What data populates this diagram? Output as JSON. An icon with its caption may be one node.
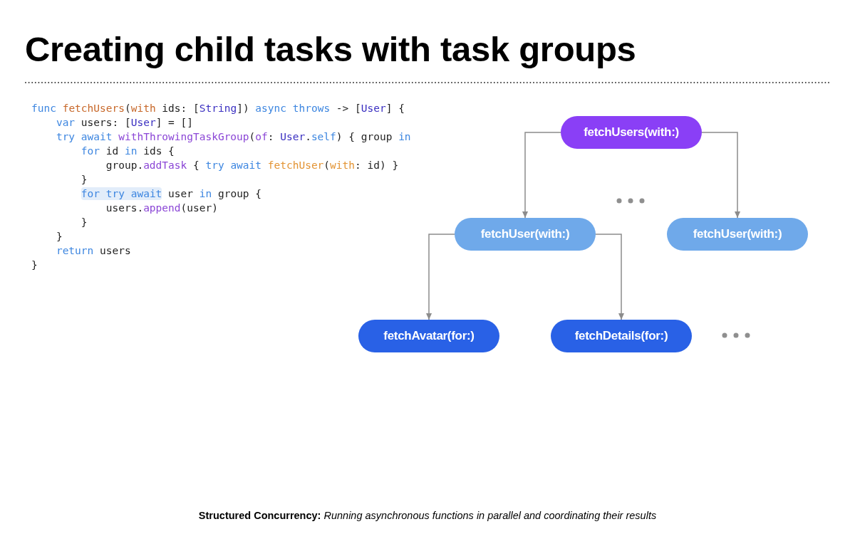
{
  "diagram": {
    "title": "Creating child tasks with task groups",
    "caption": "**Structured Concurrency:** *Running asynchronous functions in parallel and coordinating their results*",
    "nodes": [
      {
        "text": [
          "fetchUsers(with:)"
        ]
      },
      {
        "text": [
          "fetchUser(with:)"
        ]
      },
      {
        "text": [
          "fetchUser(with:)"
        ]
      },
      {
        "text": [
          "fetchAvatar(for:)"
        ]
      },
      {
        "text": [
          "fetchDetails(for:)"
        ]
      }
    ],
    "edges": [
      {
        "from": 0,
        "to": 1,
        "arrow": "to"
      },
      {
        "from": 0,
        "to": 2,
        "arrow": "to"
      },
      {
        "from": 1,
        "to": 3,
        "arrow": "to"
      },
      {
        "from": 1,
        "to": 4,
        "arrow": "to"
      }
    ],
    "labels": [
      "func fetchUsers(with ids: [String]) async throws -> [User] {",
      "var users: [User] = []",
      "try await withThrowingTaskGroup(of: User.self) { group in",
      "for id in ids {",
      "group.addTask { try await fetchUser(with: id) }",
      "}",
      "for try await user in group {",
      "users.append(user)",
      "}",
      "}",
      "return users",
      "}"
    ]
  }
}
